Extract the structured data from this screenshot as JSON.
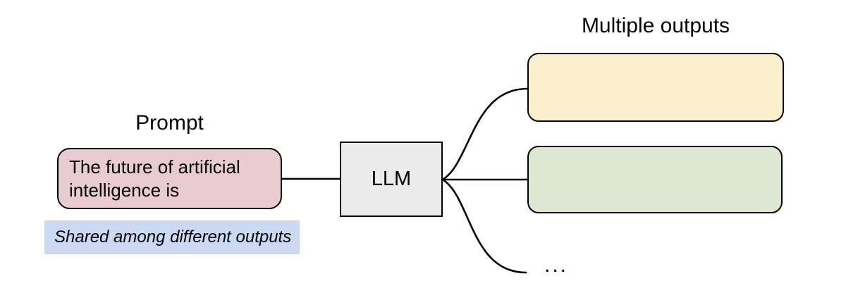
{
  "diagram": {
    "prompt": {
      "label": "Prompt",
      "box_text": "The future of artificial intelligence is",
      "note": "Shared among different outputs"
    },
    "model": {
      "label": "LLM"
    },
    "outputs": {
      "label": "Multiple outputs",
      "ellipsis": "..."
    },
    "colors": {
      "prompt_fill": "#e8ccd1",
      "note_fill": "#ccd9f2",
      "model_fill": "#ececec",
      "output_yellow_fill": "#faf0cd",
      "output_green_fill": "#dce8d3",
      "stroke": "#000000"
    }
  }
}
